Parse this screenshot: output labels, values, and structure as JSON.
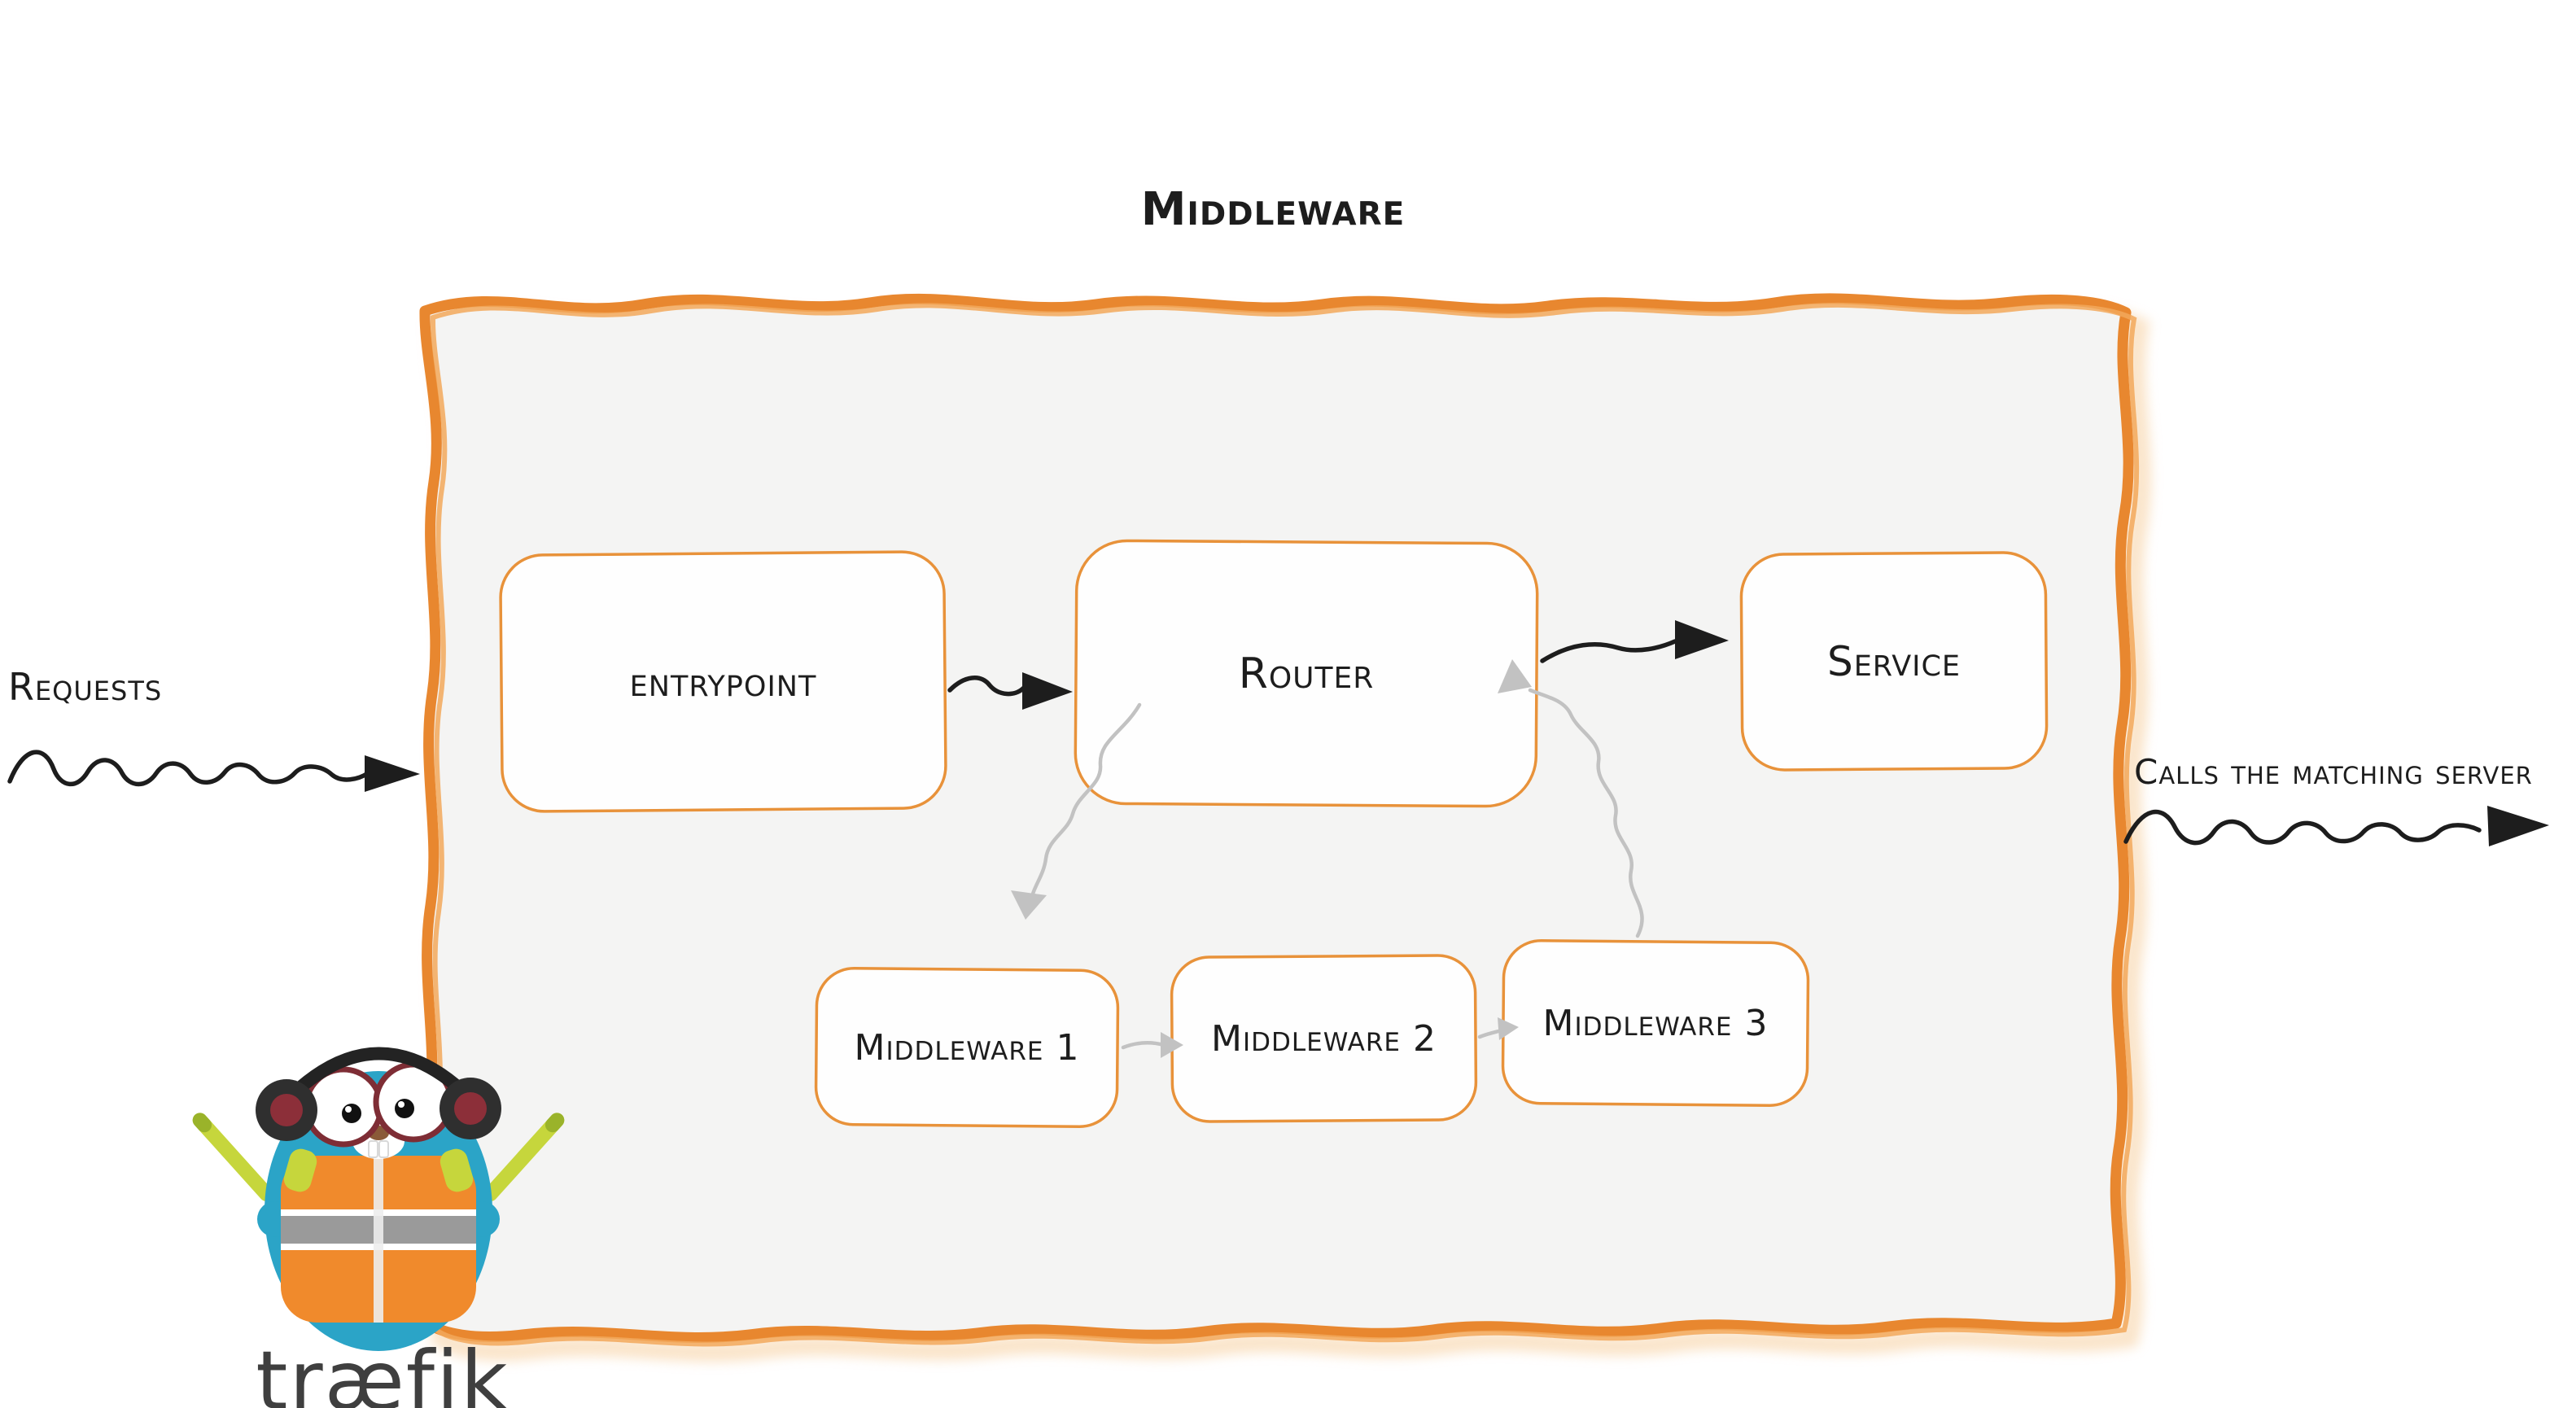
{
  "title": "Middleware",
  "annotations": {
    "incoming": "Requests",
    "outgoing": "Calls the matching server"
  },
  "nodes": {
    "entrypoint": {
      "label": "entrypoint"
    },
    "router": {
      "label": "Router"
    },
    "service": {
      "label": "Service"
    },
    "middleware1": {
      "label": "Middleware 1"
    },
    "middleware2": {
      "label": "Middleware 2"
    },
    "middleware3": {
      "label": "Middleware 3"
    }
  },
  "edges": [
    {
      "from": "requests",
      "to": "entrypoint",
      "style": "black-sketch"
    },
    {
      "from": "entrypoint",
      "to": "router",
      "style": "black-sketch"
    },
    {
      "from": "router",
      "to": "service",
      "style": "black-sketch"
    },
    {
      "from": "router",
      "to": "middleware1",
      "style": "gray-sketch"
    },
    {
      "from": "middleware1",
      "to": "middleware2",
      "style": "gray-sketch"
    },
    {
      "from": "middleware2",
      "to": "middleware3",
      "style": "gray-sketch"
    },
    {
      "from": "middleware3",
      "to": "router",
      "style": "gray-sketch"
    },
    {
      "from": "service",
      "to": "matching-server",
      "style": "black-sketch"
    }
  ],
  "logo": {
    "wordmark": "træfik"
  },
  "colors": {
    "frame_orange": "#E8872F",
    "frame_orange_light": "#F2A85A",
    "panel_fill": "#F4F4F3",
    "node_fill": "#FEFEFE",
    "arrow_dark": "#1D1D1D",
    "arrow_gray": "#C2C2C2",
    "gopher_teal": "#2BA4C7",
    "vest_orange": "#F08A2C",
    "goggle_maroon": "#7E2D35",
    "baton_lime": "#C6D63C",
    "wordmark_gray": "#3F3F3F"
  }
}
